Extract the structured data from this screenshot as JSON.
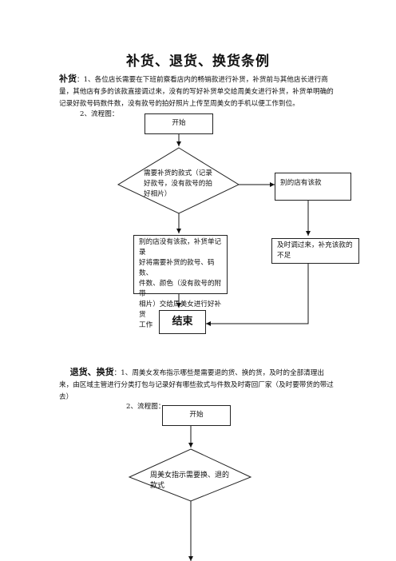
{
  "title": "补货、退货、换货条例",
  "restock": {
    "heading": "补货",
    "text_line1": "：1、各位店长需要在下班前察看店内的畅销款进行补货，补货前与其他店长进行商",
    "text_line2": "量，其他店有多的该款直接调过来，没有的写好补货单交给周美女进行补货，补货单明确的",
    "text_line3": "记录好款号码数件数，没有款号的拍好照片上传至周美女的手机以便工作到位。",
    "flow_label": "2、流程图：",
    "flow": {
      "start": "开始",
      "decision_line1": "需要补货的款式（记录",
      "decision_line2": "好款号，没有款号的拍",
      "decision_line3": "好相片）",
      "other_store": "别的店有该款",
      "no_stock_line1": "别的店没有该款，补货单记录",
      "no_stock_line2": "好将需要补货的款号、码数、",
      "no_stock_line3": "件数、颜色（没有款号的附带",
      "no_stock_line4": "相片）交给周美女进行好补货",
      "no_stock_line5": "工作",
      "transfer_line1": "及时调过来，补充该款的",
      "transfer_line2": "不足",
      "end": "结束"
    }
  },
  "returns": {
    "heading": "退货、换货",
    "text_line1": "：1、周美女发布指示哪些是需要退的货、换的货，及时的全部清理出",
    "text_line2": "来，由区域主管进行分类打包与记录好有哪些款式与件数及时寄回厂家（及时要带货的带过",
    "text_line3": "去）",
    "flow_label": "2、流程图：",
    "flow": {
      "start": "开始",
      "decision_line1": "周美女指示需要换、退的",
      "decision_line2": "款式"
    }
  }
}
